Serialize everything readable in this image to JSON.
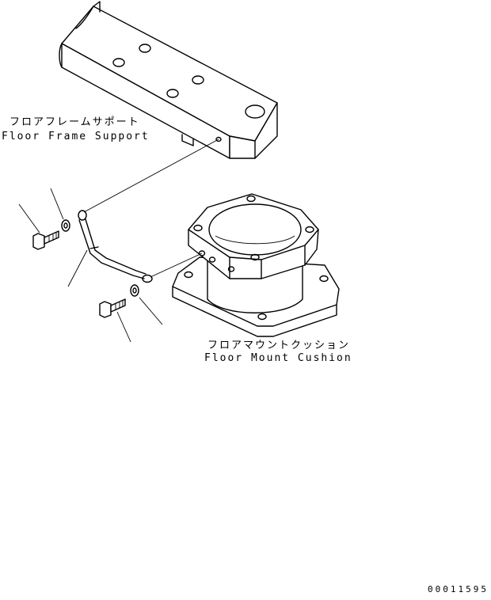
{
  "labels": {
    "frame_support_jp": "フロアフレームサポート",
    "frame_support_en": "Floor Frame Support",
    "mount_cushion_jp": "フロアマウントクッション",
    "mount_cushion_en": "Floor Mount Cushion"
  },
  "drawing_code": "00011595"
}
